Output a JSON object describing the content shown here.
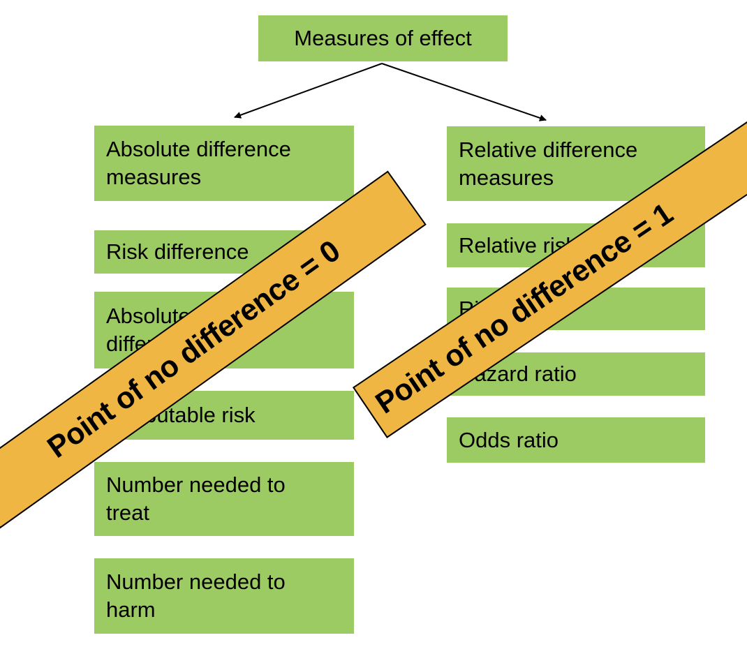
{
  "root": {
    "label": "Measures of effect"
  },
  "left_branch": {
    "header": "Absolute difference\nmeasures",
    "items": [
      "Risk difference",
      "Absolute risk\ndifference",
      "Attributable risk",
      "Number needed to\ntreat",
      "Number needed to\nharm"
    ]
  },
  "right_branch": {
    "header": "Relative difference\nmeasures",
    "items": [
      "Relative risk",
      "Risk ratio",
      "Hazard ratio",
      "Odds ratio"
    ]
  },
  "banners": {
    "left": {
      "label": "Point of no difference = 0"
    },
    "right": {
      "label": "Point of no difference = 1"
    }
  },
  "colors": {
    "box_fill": "#9DCB63",
    "banner_fill": "#EFB644",
    "banner_border": "#000000",
    "text": "#000000",
    "arrow": "#000000"
  }
}
